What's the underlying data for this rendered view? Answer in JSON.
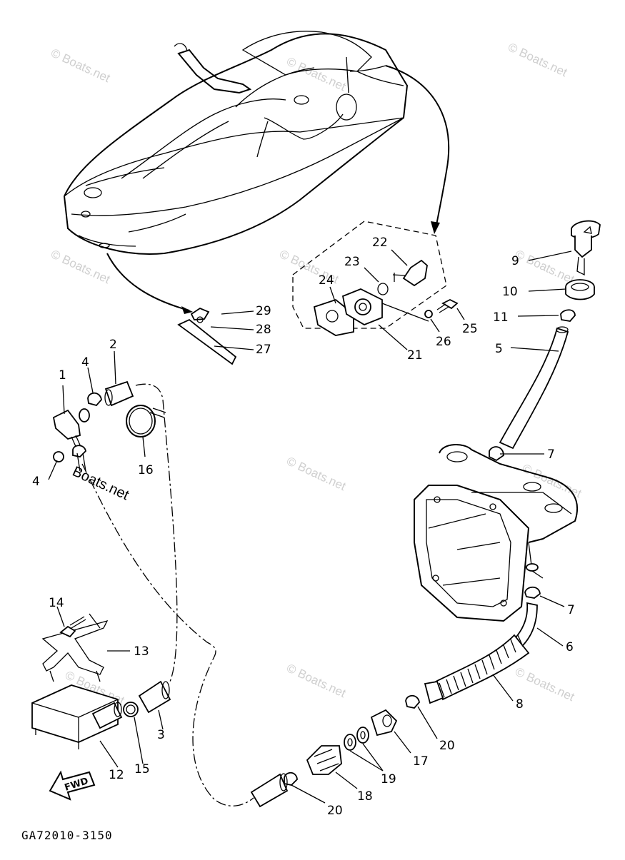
{
  "diagram": {
    "code": "GA72010-3150",
    "fwd_label": "FWD",
    "watermark": "© Boats.net",
    "watermark_main": "Boats.net",
    "callouts": {
      "c1": "1",
      "c2": "2",
      "c3": "3",
      "c4a": "4",
      "c4b": "4",
      "c5": "5",
      "c6": "6",
      "c7a": "7",
      "c7b": "7",
      "c8": "8",
      "c9": "9",
      "c10": "10",
      "c11": "11",
      "c12": "12",
      "c13": "13",
      "c14": "14",
      "c15": "15",
      "c16": "16",
      "c17": "17",
      "c18": "18",
      "c19": "19",
      "c20a": "20",
      "c20b": "20",
      "c21": "21",
      "c22": "22",
      "c23": "23",
      "c24": "24",
      "c25": "25",
      "c26": "26",
      "c27": "27",
      "c28": "28",
      "c29": "29"
    }
  }
}
